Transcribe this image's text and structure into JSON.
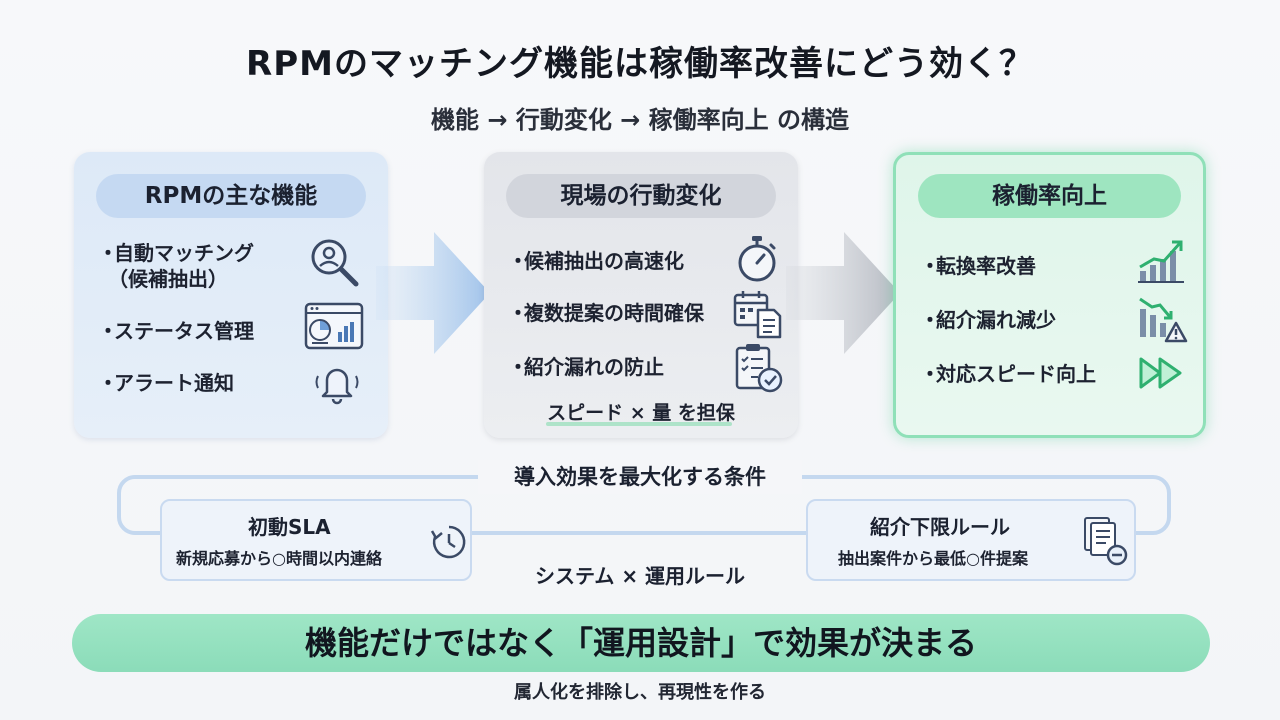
{
  "title": "RPMのマッチング機能は稼働率改善にどう効く？",
  "subtitle": "機能 → 行動変化 → 稼働率向上 の構造",
  "functions": {
    "header": "RPMの主な機能",
    "items": [
      {
        "bullet": "・",
        "label": "自動マッチング",
        "label2": "（候補抽出）",
        "icon": "magnifier-user-icon"
      },
      {
        "bullet": "・",
        "label": "ステータス管理",
        "icon": "dashboard-icon"
      },
      {
        "bullet": "・",
        "label": "アラート通知",
        "icon": "bell-icon"
      }
    ]
  },
  "behavior": {
    "header": "現場の行動変化",
    "items": [
      {
        "bullet": "・",
        "label": "候補抽出の高速化",
        "icon": "stopwatch-icon"
      },
      {
        "bullet": "・",
        "label": "複数提案の時間確保",
        "icon": "calendar-document-icon"
      },
      {
        "bullet": "・",
        "label": "紹介漏れの防止",
        "icon": "checklist-icon"
      }
    ],
    "note": "スピード × 量 を担保"
  },
  "outcome": {
    "header": "稼働率向上",
    "items": [
      {
        "bullet": "・",
        "label": "転換率改善",
        "icon": "rising-chart-icon"
      },
      {
        "bullet": "・",
        "label": "紹介漏れ減少",
        "icon": "declining-chart-warning-icon"
      },
      {
        "bullet": "・",
        "label": "対応スピード向上",
        "icon": "fast-forward-icon"
      }
    ]
  },
  "conditions": {
    "title": "導入効果を最大化する条件",
    "left": {
      "title": "初動SLA",
      "sub": "新規応募から○時間以内連絡",
      "icon": "clock-icon"
    },
    "right": {
      "title": "紹介下限ルール",
      "sub": "抽出案件から最低○件提案",
      "icon": "documents-minus-icon"
    },
    "center": "システム × 運用ルール"
  },
  "banner": "機能だけではなく「運用設計」で効果が決まる",
  "footer": "属人化を排除し、再現性を作る",
  "colors": {
    "blue_card": "#dde9f7",
    "gray_card": "#e3e5ea",
    "green_card": "#dff5ea",
    "green_accent": "#8fe0b8",
    "banner": "#9fe6c6"
  }
}
